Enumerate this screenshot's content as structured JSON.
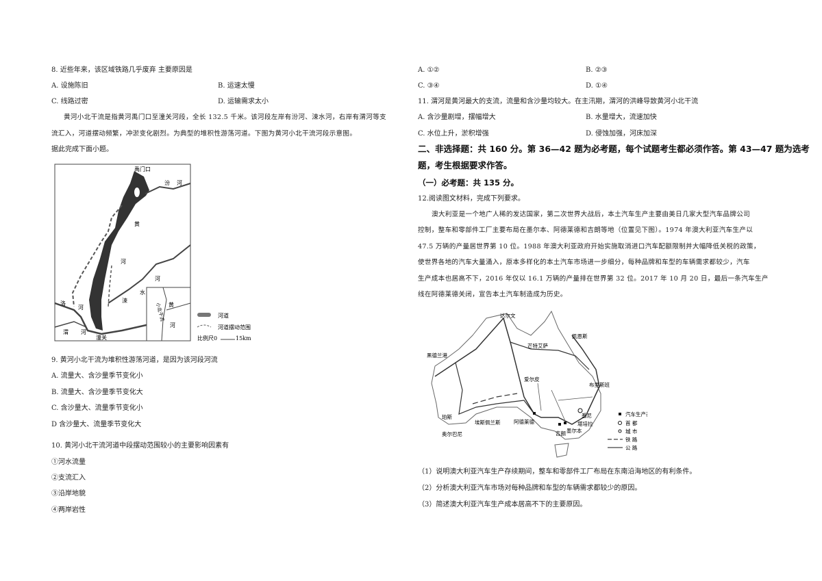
{
  "left": {
    "q8": {
      "stem": "8.  近些年来，该区域铁路几乎废弃    主要原因是",
      "A": "A.  设施陈旧",
      "B": "B.  运速太慢",
      "C": "C.  线路过密",
      "D": "D.  运输需求太小"
    },
    "passage": [
      "黄河小北干流是指黄河禹门口至潼关河段，全长 132.5 千米。该河段左岸有汾河、涑水河，右岸有渭河等支",
      "流汇入，河道摆动频繁，冲淤变化剧烈。为典型的堆积性游荡河道。下图为黄河小北干流河段示意图。"
    ],
    "instruction": "据此完成下面小题。",
    "map": {
      "labels": {
        "yumenkou": "禹门口",
        "fen": "汾",
        "he1": "河",
        "huang": "黄",
        "he2": "河",
        "he3": "河",
        "shui": "水",
        "su": "涑",
        "luo": "洛",
        "he4": "河",
        "wei": "渭",
        "he5": "河",
        "tongguan": "潼关",
        "inset_huang": "黄",
        "inset_he": "河",
        "inset_name": "小北干流"
      },
      "legend": {
        "channel": "河道",
        "range": "河道摆动范围",
        "scale": "比例尺0",
        "scale_end": "15km"
      }
    },
    "q9": {
      "stem": "9.  黄河小北干流为堆积性游荡河道，是因为该河段河流",
      "A": "A.  流量大、含沙量季节变化小",
      "B": "B.  流量大、含沙量季节变化大",
      "C": "C.  含沙量大、流量季节变化小",
      "D": "D   含沙量大、流量季节变化大"
    },
    "q10": {
      "stem": "10.  黄河小北干流河道中段摆动范围较小的主要影响因素有",
      "items": [
        "①河水流量",
        "②支流汇入",
        "③沿岸地貌",
        "④两岸岩性"
      ]
    }
  },
  "right": {
    "q10_options": {
      "A": "A.  ①②",
      "B": "B.  ②③",
      "C": "C.  ③④",
      "D": "D.  ①④"
    },
    "q11": {
      "stem": "11.  渭河是黄河最大的支流，流量和含沙量均较大。在主汛期，渭河的洪峰导致黄河小北干流",
      "A": "A.  含沙量剧增，摆幅增大",
      "B": "B.  水量增大，流速加快",
      "C": "C.  水位上升，淤积增强",
      "D": "D.  侵蚀加强，河床加深"
    },
    "section": [
      "二、非选择题：共 160 分。第 36—42 题为必考题，每个试题考生都必须作答。第 43—47 题为选考",
      "题，考生根据要求作答。"
    ],
    "subsection": "（一）必考题：共 135 分。",
    "q12_intro": "12.阅读图文材料，完成下列要求。",
    "passage": [
      "澳大利亚是一个地广人稀的发达国家，第二次世界大战后，本土汽车生产主要由美日几家大型汽车品牌公司",
      "控制，整车和零部件工厂主要布局在墨尔本、阿德莱德和吉朗等地（位置见下图）。1974 年澳大利亚汽车生产以",
      "47.5 万辆的产量居世界第 10 位。1988 年澳大利亚政府开始实施取消进口汽车配额限制并大幅降低关税的政策，",
      "使世界各地的汽车大量涌入，原本多样化的本土汽车市场进一步细分，每种品牌和车型的车辆需求都较少，汽车",
      "生产成本也居高不下，2016 年仅以 16.1 万辆的产量排在世界第 32 位。2017 年 10 月 20 日，最后一条汽车生产",
      "线在阿德莱德关闭，宣告本土汽车制造成为历史。"
    ],
    "map": {
      "cities": {
        "darwin": "达尔文",
        "cairns": "凯恩斯",
        "mountisa": "芒特艾萨",
        "hedland": "黑德兰港",
        "alice": "爱尔皮",
        "brisbane": "布里斯班",
        "sydney": "悉尼",
        "canberra": "堪培拉",
        "melbourne": "墨尔本",
        "geelong": "吉朗",
        "adelaide": "阿德莱德",
        "esperance": "埃斯佩兰斯",
        "perth": "珀斯",
        "albany": "奥尔巴尼"
      },
      "legend": {
        "base": "汽车生产基地",
        "capital": "首    都",
        "city": "城    市",
        "rail": "铁    路",
        "road": "公    路"
      }
    },
    "questions": [
      "（1）说明澳大利亚汽车生产存续期间，整车和零部件工厂布局在东南沿海地区的有利条件。",
      "（2）分析澳大利亚汽车市场对每种品牌和车型的车辆需求都较少的原因。",
      "（3）简述澳大利亚汽车生产成本居高不下的主要原因。"
    ]
  }
}
